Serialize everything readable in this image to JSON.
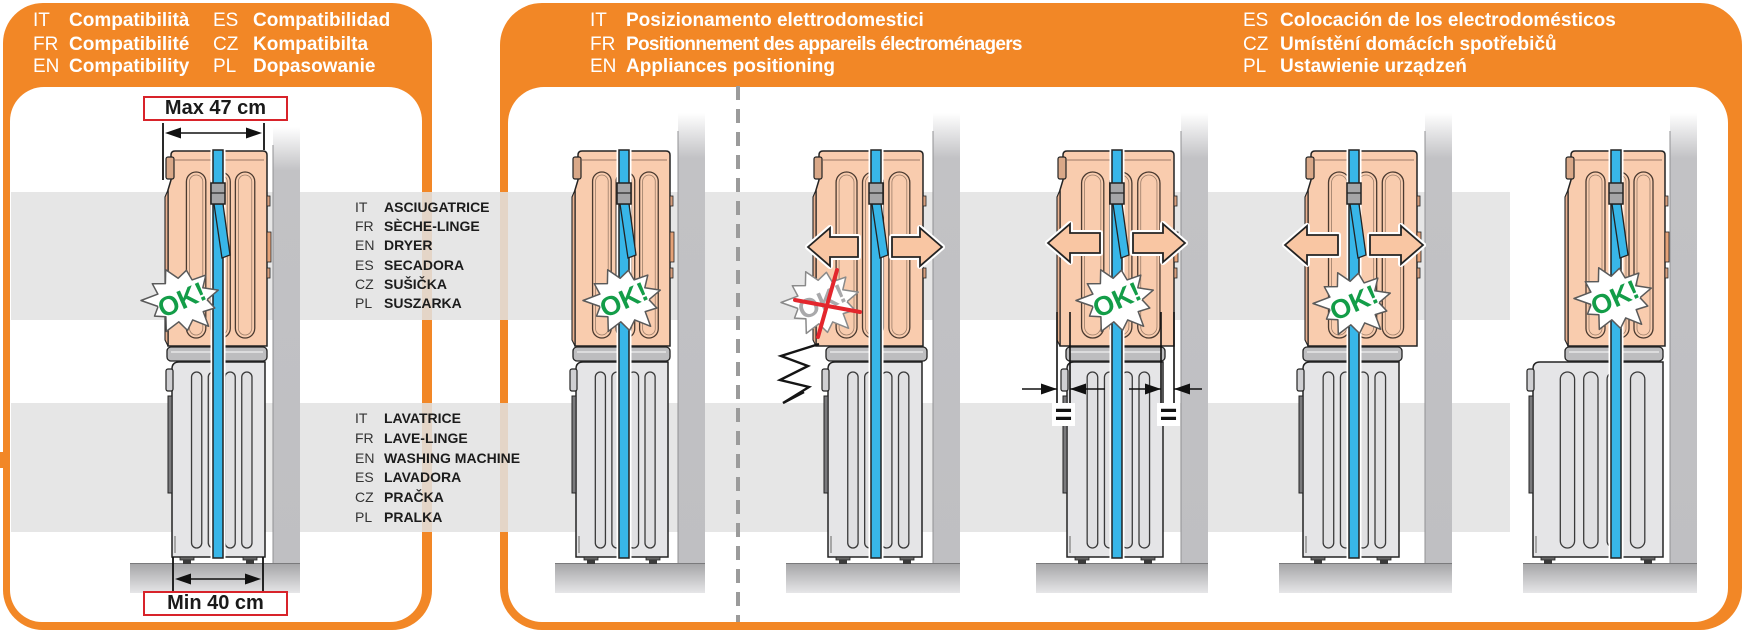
{
  "compatibility": {
    "headings": [
      {
        "lang": "IT",
        "text": "Compatibilità"
      },
      {
        "lang": "FR",
        "text": "Compatibilité"
      },
      {
        "lang": "EN",
        "text": "Compatibility"
      },
      {
        "lang": "ES",
        "text": "Compatibilidad"
      },
      {
        "lang": "CZ",
        "text": "Kompatibilta"
      },
      {
        "lang": "PL",
        "text": "Dopasowanie"
      }
    ],
    "max_width_label": "Max 47 cm",
    "min_width_label": "Min 40 cm"
  },
  "appliance_labels": {
    "dryer": [
      {
        "lang": "IT",
        "text": "ASCIUGATRICE"
      },
      {
        "lang": "FR",
        "text": "SÈCHE-LINGE"
      },
      {
        "lang": "EN",
        "text": "DRYER"
      },
      {
        "lang": "ES",
        "text": "SECADORA"
      },
      {
        "lang": "CZ",
        "text": "SUŠIČKA"
      },
      {
        "lang": "PL",
        "text": "SUSZARKA"
      }
    ],
    "washer": [
      {
        "lang": "IT",
        "text": "LAVATRICE"
      },
      {
        "lang": "FR",
        "text": "LAVE-LINGE"
      },
      {
        "lang": "EN",
        "text": "WASHING MACHINE"
      },
      {
        "lang": "ES",
        "text": "LAVADORA"
      },
      {
        "lang": "CZ",
        "text": "PRAČKA"
      },
      {
        "lang": "PL",
        "text": "PRALKA"
      }
    ]
  },
  "positioning": {
    "headings": [
      {
        "lang": "IT",
        "text": "Posizionamento elettrodomestici"
      },
      {
        "lang": "FR",
        "text": "Positionnement des appareils électroménagers"
      },
      {
        "lang": "EN",
        "text": "Appliances positioning"
      },
      {
        "lang": "ES",
        "text": "Colocación de los electrodomésticos"
      },
      {
        "lang": "CZ",
        "text": "Umístění domácích spotřebičů"
      },
      {
        "lang": "PL",
        "text": "Ustawienie urządzeń"
      }
    ]
  },
  "scenes": [
    {
      "name": "compatibility-stack",
      "badge": "OK!",
      "result": "ok"
    },
    {
      "name": "aligned-stack",
      "badge": "OK!",
      "result": "ok"
    },
    {
      "name": "dryer-offset-stack",
      "badge": "OK!",
      "result": "not-ok",
      "shift_arrows": true
    },
    {
      "name": "dryer-centered-stack",
      "badge": "OK!",
      "result": "ok",
      "shift_arrows": true,
      "equal_overhang_mark": "="
    },
    {
      "name": "dryer-wider-stack",
      "badge": "OK!",
      "result": "ok",
      "shift_arrows": true
    },
    {
      "name": "washer-wider-stack",
      "badge": "OK!",
      "result": "ok"
    }
  ],
  "colors": {
    "brand_orange": "#f28726",
    "ok_green": "#139d48",
    "strap_blue": "#38b6e8",
    "error_red": "#e3262d",
    "dimension_box_red": "#d8232a",
    "dryer_peach": "#f9ccae",
    "washer_gray": "#e5e5e7"
  }
}
